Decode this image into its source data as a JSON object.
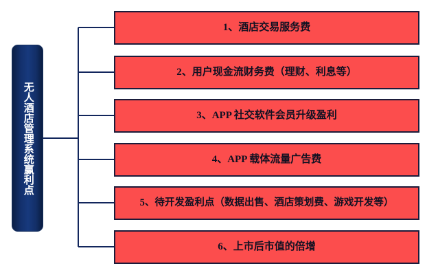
{
  "diagram": {
    "root": {
      "label": "无人酒店管理系统赢利点"
    },
    "colors": {
      "root_fill": "#13306c",
      "root_text": "#ffffff",
      "leaf_fill": "#fc4d4d",
      "leaf_border": "#1b1b3a",
      "leaf_text": "#111122",
      "connector": "#12265c",
      "background": "#ffffff"
    },
    "nodes": [
      {
        "index": "1",
        "label": "1、酒店交易服务费"
      },
      {
        "index": "2",
        "label": "2、用户现金流财务费（理财、利息等）"
      },
      {
        "index": "3",
        "label": "3、APP 社交软件会员升级盈利"
      },
      {
        "index": "4",
        "label": "4、APP 载体流量广告费"
      },
      {
        "index": "5",
        "label": "5、待开发盈利点（数据出售、酒店策划费、游戏开发等）"
      },
      {
        "index": "6",
        "label": "6、上市后市值的倍增"
      }
    ]
  }
}
